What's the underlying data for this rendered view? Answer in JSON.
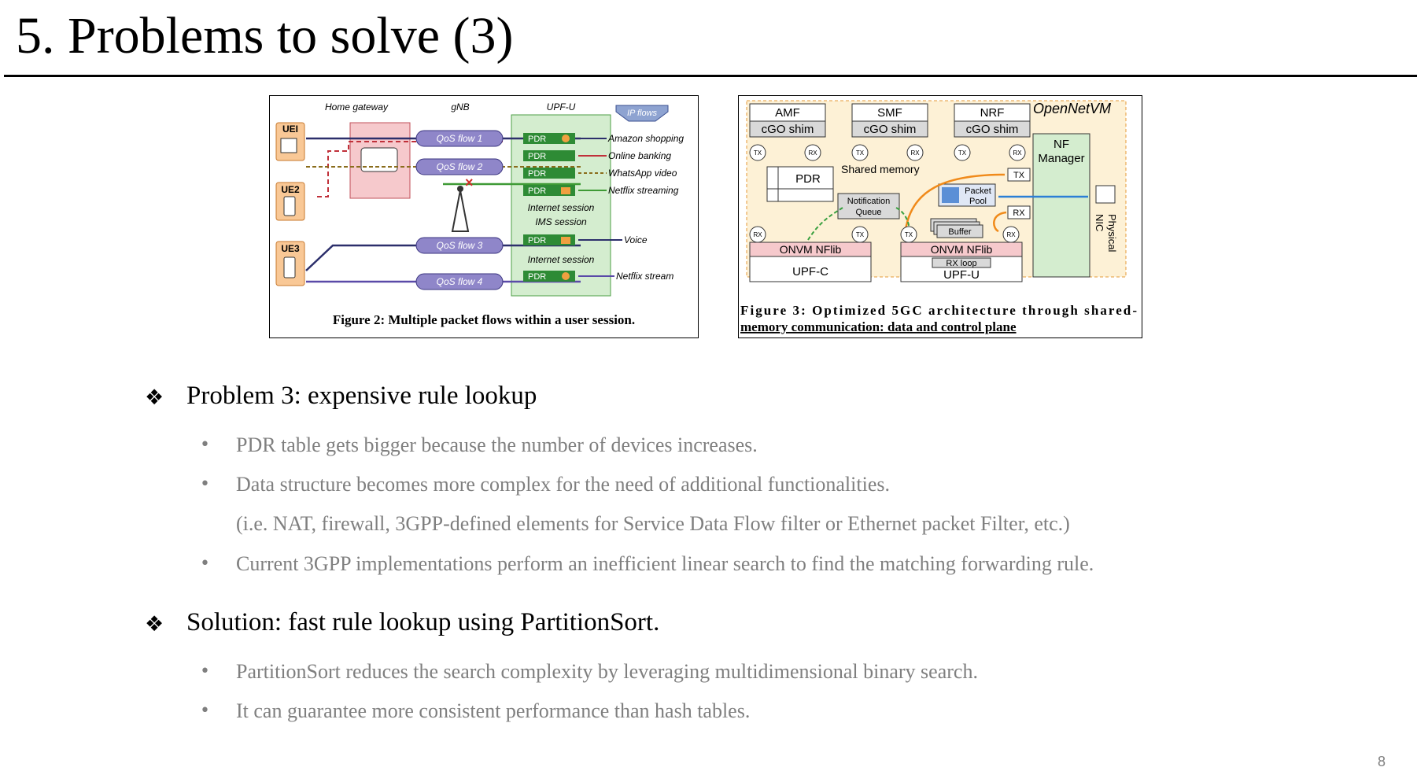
{
  "slide": {
    "title": "5. Problems to solve (3)",
    "page_number": "8"
  },
  "figure2": {
    "caption": "Figure 2: Multiple packet flows within a user session.",
    "col_home_gateway": "Home gateway",
    "col_gnb": "gNB",
    "col_upf": "UPF-U",
    "ip_flows": "IP flows",
    "ue1": "UEI",
    "ue2": "UE2",
    "ue3": "UE3",
    "qos1": "QoS flow 1",
    "qos2": "QoS flow 2",
    "qos3": "QoS flow 3",
    "qos4": "QoS flow 4",
    "pdr": "PDR",
    "internet_session": "Internet session",
    "ims_session": "IMS session",
    "internet_session2": "Internet session",
    "app1": "Amazon shopping",
    "app2": "Online banking",
    "app3": "WhatsApp video",
    "app4": "Netflix streaming",
    "app5": "Voice",
    "app6": "Netflix stream"
  },
  "figure3": {
    "caption_line1": "Figure 3: Optimized 5GC architecture through shared-",
    "caption_line2": "memory communication: data and control plane",
    "opennetvm": "OpenNetVM",
    "amf": "AMF",
    "smf": "SMF",
    "nrf": "NRF",
    "cgo_shim": "cGO shim",
    "nf_manager_1": "NF",
    "nf_manager_2": "Manager",
    "pdr": "PDR",
    "shared_memory": "Shared memory",
    "notification_1": "Notification",
    "notification_2": "Queue",
    "packet_1": "Packet",
    "packet_2": "Pool",
    "buffer": "Buffer",
    "tx": "TX",
    "rx": "RX",
    "onvm_nflib_c": "ONVM NFlib",
    "onvm_nflib_u": "ONVM NFlib",
    "rx_loop": "RX loop",
    "upf_c": "UPF-C",
    "upf_u": "UPF-U",
    "physical": "Physical",
    "nic": "NIC"
  },
  "problem": {
    "heading": "Problem 3: expensive rule lookup",
    "bullets": [
      "PDR table gets bigger because the number of devices increases.",
      "Data structure becomes more complex for the need of additional functionalities.",
      "(i.e. NAT, firewall, 3GPP-defined elements for Service Data Flow filter or Ethernet packet Filter, etc.)",
      "Current 3GPP implementations perform an inefficient linear search to find the matching forwarding rule."
    ]
  },
  "solution": {
    "heading": "Solution: fast rule lookup using PartitionSort.",
    "bullets": [
      "PartitionSort reduces the search complexity by leveraging multidimensional binary search.",
      "It can guarantee more consistent performance than hash tables."
    ]
  },
  "glyphs": {
    "diamond": "❖",
    "dot": "•"
  }
}
